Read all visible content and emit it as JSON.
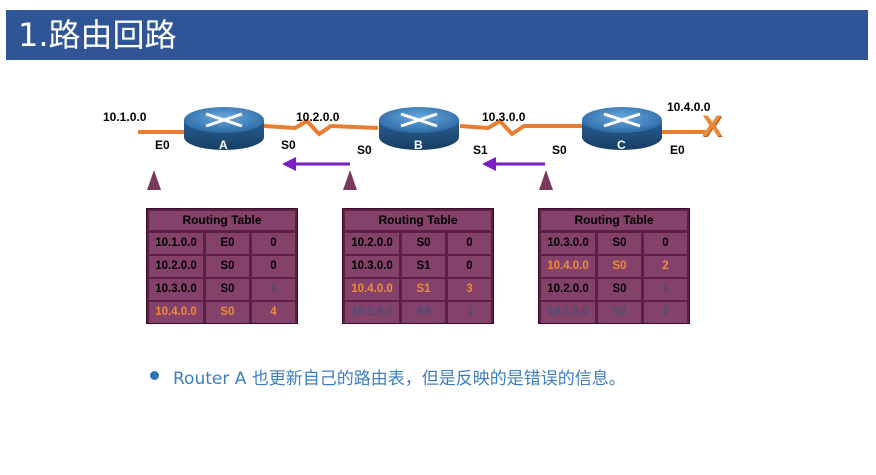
{
  "title": "1.路由回路",
  "networks": [
    "10.1.0.0",
    "10.2.0.0",
    "10.3.0.0",
    "10.4.0.0"
  ],
  "routers": [
    {
      "name": "A",
      "ports": {
        "left": "E0",
        "right": "S0"
      }
    },
    {
      "name": "B",
      "ports": {
        "left": "S0",
        "right": "S1"
      }
    },
    {
      "name": "C",
      "ports": {
        "left": "S0",
        "right": "E0"
      }
    }
  ],
  "failure_mark": "X",
  "tables": [
    {
      "header": "Routing Table",
      "rows": [
        {
          "net": "10.1.0.0",
          "iface": "E0",
          "hops": "0",
          "style": "normal"
        },
        {
          "net": "10.2.0.0",
          "iface": "S0",
          "hops": "0",
          "style": "normal"
        },
        {
          "net": "10.3.0.0",
          "iface": "S0",
          "hops": "1",
          "style": "normal-dim"
        },
        {
          "net": "10.4.0.0",
          "iface": "S0",
          "hops": "4",
          "style": "orange"
        }
      ]
    },
    {
      "header": "Routing Table",
      "rows": [
        {
          "net": "10.2.0.0",
          "iface": "S0",
          "hops": "0",
          "style": "normal"
        },
        {
          "net": "10.3.0.0",
          "iface": "S1",
          "hops": "0",
          "style": "normal"
        },
        {
          "net": "10.4.0.0",
          "iface": "S1",
          "hops": "3",
          "style": "orange"
        },
        {
          "net": "10.1.0.0",
          "iface": "S0",
          "hops": "1",
          "style": "faded"
        }
      ]
    },
    {
      "header": "Routing Table",
      "rows": [
        {
          "net": "10.3.0.0",
          "iface": "S0",
          "hops": "0",
          "style": "normal"
        },
        {
          "net": "10.4.0.0",
          "iface": "S0",
          "hops": "2",
          "style": "orange"
        },
        {
          "net": "10.2.0.0",
          "iface": "S0",
          "hops": "1",
          "style": "normal-dim"
        },
        {
          "net": "10.1.0.0",
          "iface": "S0",
          "hops": "2",
          "style": "faded"
        }
      ]
    }
  ],
  "bullet_text": "Router A 也更新自己的路由表，但是反映的是错误的信息。",
  "colors": {
    "title_bar": "#2f5597",
    "link": "#e87d2f",
    "arrow": "#7a1fc2",
    "table_bg": "#5c1f45",
    "cell_bg": "#84426a",
    "orange_text": "#f08a3a",
    "faded_text": "#4b4f74",
    "bullet": "#2e75b6"
  }
}
